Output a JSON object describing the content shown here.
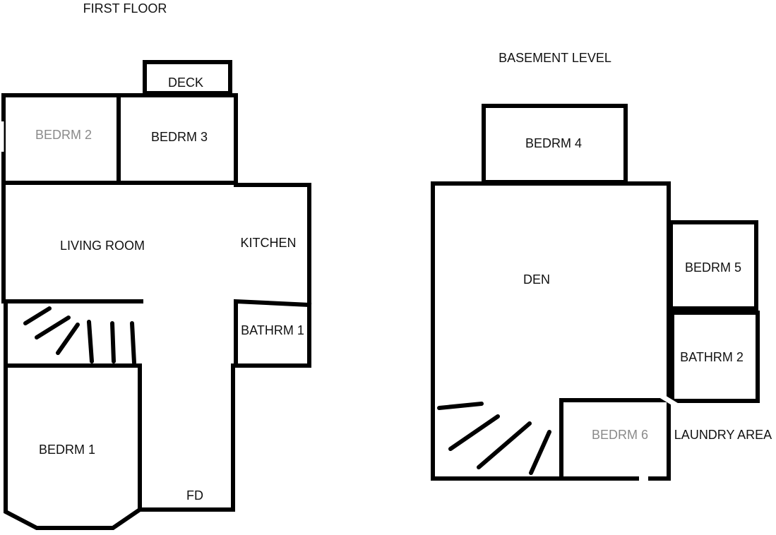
{
  "floors": {
    "first": {
      "title": "FIRST FLOOR",
      "rooms": {
        "deck": "DECK",
        "bedrm2": "BEDRM 2",
        "bedrm3": "BEDRM 3",
        "living": "LIVING ROOM",
        "kitchen": "KITCHEN",
        "bathrm1": "BATHRM 1",
        "bedrm1": "BEDRM 1",
        "fd": "FD"
      }
    },
    "basement": {
      "title": "BASEMENT LEVEL",
      "rooms": {
        "bedrm4": "BEDRM 4",
        "den": "DEN",
        "bedrm5": "BEDRM 5",
        "bathrm2": "BATHRM 2",
        "bedrm6": "BEDRM 6",
        "laundry": "LAUNDRY AREA"
      }
    }
  },
  "colors": {
    "wall": "#000000",
    "muted_label": "#8a8a8a"
  }
}
